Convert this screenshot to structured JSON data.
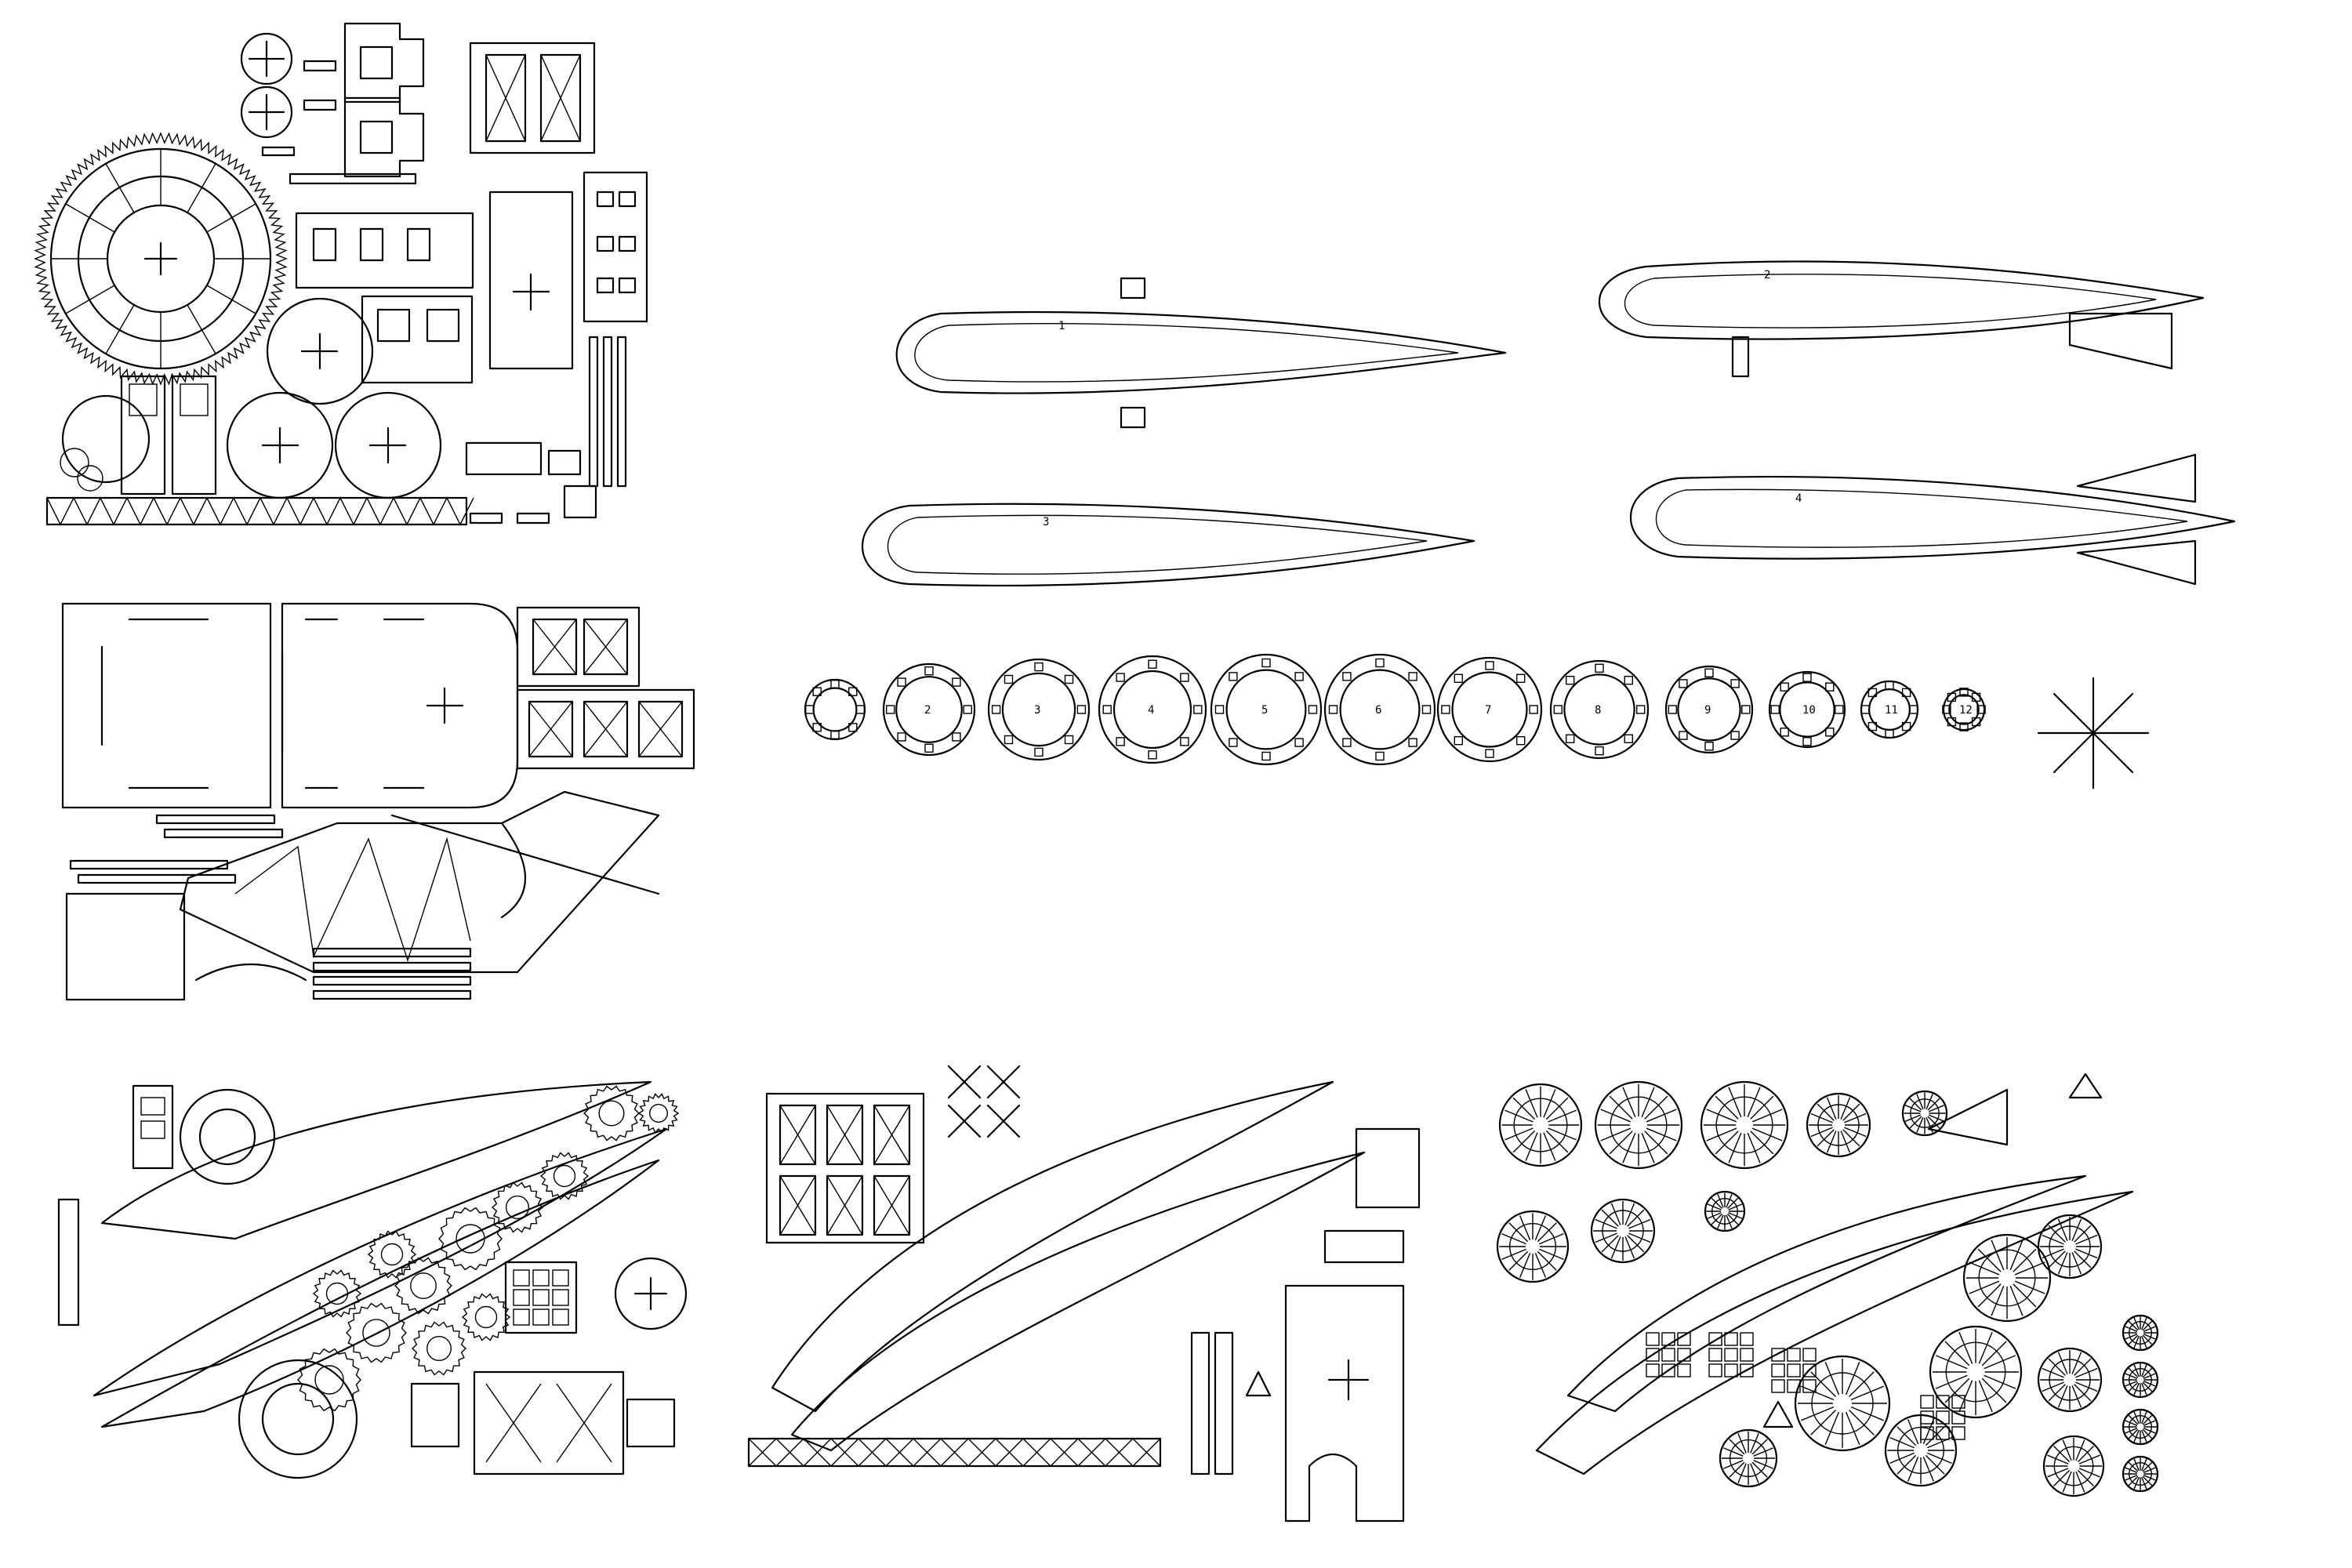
{
  "sheet": {
    "background": "#ffffff",
    "line_color": "#000000"
  },
  "labels": {
    "rib_ring_numbers": [
      "2",
      "3",
      "4",
      "5",
      "6",
      "7",
      "8",
      "9",
      "10",
      "11",
      "12"
    ],
    "hull_frame_numbers": [
      "1",
      "2",
      "3",
      "4"
    ]
  },
  "icons": [
    "gear-icon",
    "cross-mark-icon",
    "spoke-star-icon",
    "triangle-truss-icon",
    "window-grid-icon"
  ]
}
